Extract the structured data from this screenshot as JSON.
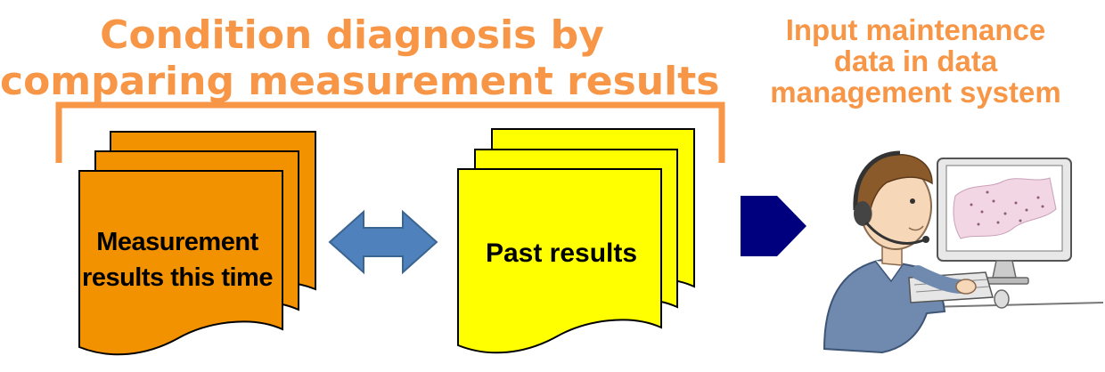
{
  "title": {
    "line1": "Condition diagnosis by",
    "line2": "comparing measurement results"
  },
  "side_title": {
    "line1": "Input maintenance",
    "line2": "data in data",
    "line3": "management system"
  },
  "documents": {
    "measurement": {
      "line1": "Measurement",
      "line2": "results this time"
    },
    "past": {
      "label": "Past results"
    }
  },
  "colors": {
    "title": "#F79646",
    "bracket": "#F79646",
    "doc_measurement": "#F39200",
    "doc_past": "#FFFF00",
    "compare_arrow": "#4F81BD",
    "next_arrow": "#00007F"
  },
  "icons": {
    "compare": "double-arrow-icon",
    "next": "pentagon-arrow-icon",
    "operator": "operator-at-computer-icon"
  }
}
